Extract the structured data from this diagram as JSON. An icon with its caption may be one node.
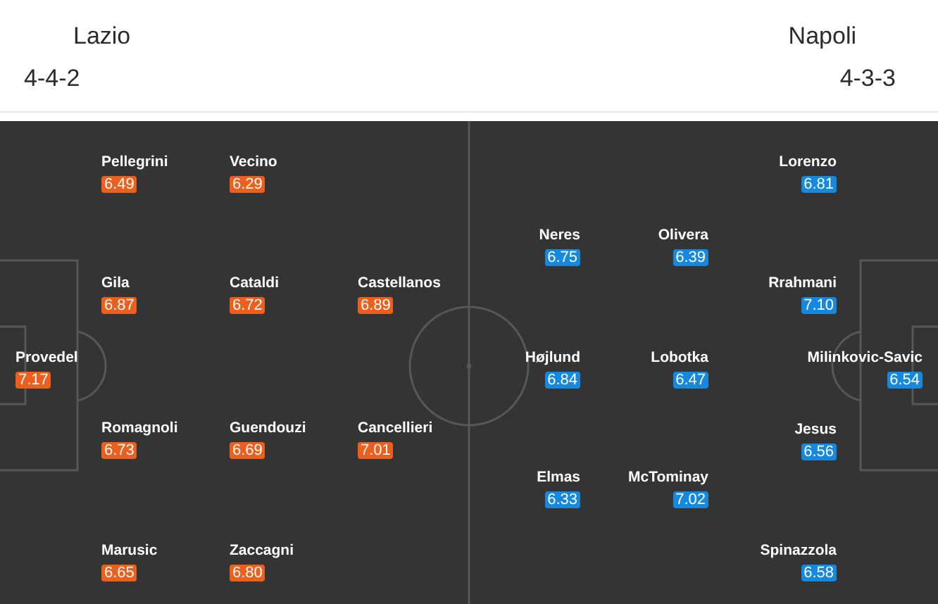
{
  "diagram": {
    "nodes": [
      {
        "text": [
          "Provedel",
          "7.17"
        ]
      },
      {
        "text": [
          "Pellegrini",
          "6.49"
        ]
      },
      {
        "text": [
          "Gila",
          "6.87"
        ]
      },
      {
        "text": [
          "Romagnoli",
          "6.73"
        ]
      },
      {
        "text": [
          "Marusic",
          "6.65"
        ]
      },
      {
        "text": [
          "Vecino",
          "6.29"
        ]
      },
      {
        "text": [
          "Cataldi",
          "6.72"
        ]
      },
      {
        "text": [
          "Guendouzi",
          "6.69"
        ]
      },
      {
        "text": [
          "Zaccagni",
          "6.80"
        ]
      },
      {
        "text": [
          "Castellanos",
          "6.89"
        ]
      },
      {
        "text": [
          "Cancellieri",
          "7.01"
        ]
      },
      {
        "text": [
          "Milinkovic-Savic",
          "6.54"
        ]
      },
      {
        "text": [
          "Lorenzo",
          "6.81"
        ]
      },
      {
        "text": [
          "Rrahmani",
          "7.10"
        ]
      },
      {
        "text": [
          "Jesus",
          "6.56"
        ]
      },
      {
        "text": [
          "Spinazzola",
          "6.58"
        ]
      },
      {
        "text": [
          "Olivera",
          "6.39"
        ]
      },
      {
        "text": [
          "Lobotka",
          "6.47"
        ]
      },
      {
        "text": [
          "McTominay",
          "7.02"
        ]
      },
      {
        "text": [
          "Neres",
          "6.75"
        ]
      },
      {
        "text": [
          "Højlund",
          "6.84"
        ]
      },
      {
        "text": [
          "Elmas",
          "6.33"
        ]
      }
    ],
    "labels": [
      "Lazio",
      "4-4-2",
      "Napoli",
      "4-3-3"
    ]
  }
}
